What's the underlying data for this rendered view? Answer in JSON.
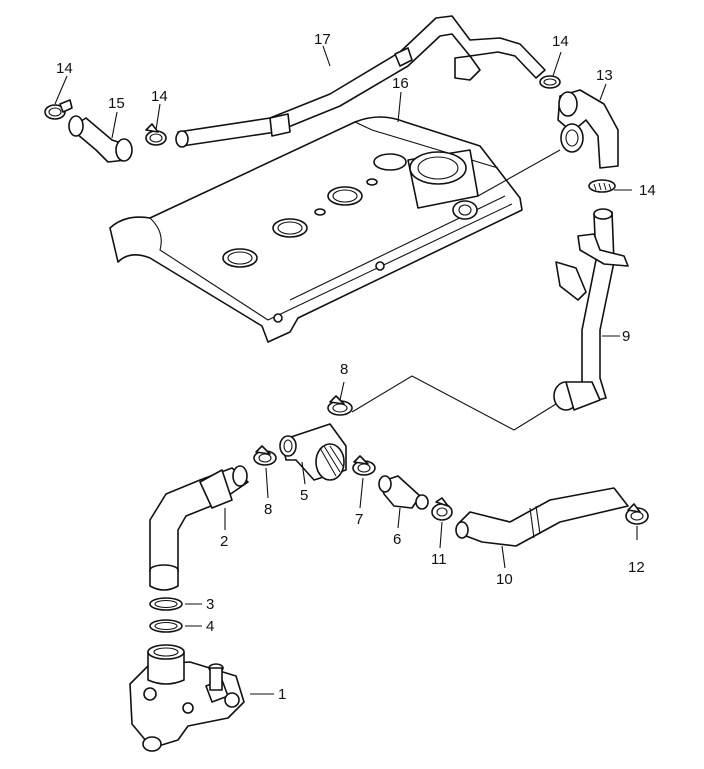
{
  "callouts": {
    "c1": "1",
    "c2": "2",
    "c3": "3",
    "c4": "4",
    "c5": "5",
    "c6": "6",
    "c7": "7",
    "c8a": "8",
    "c8b": "8",
    "c9": "9",
    "c10": "10",
    "c11": "11",
    "c12": "12",
    "c13": "13",
    "c14a": "14",
    "c14b": "14",
    "c14c": "14",
    "c14d": "14",
    "c15": "15",
    "c16": "16",
    "c17": "17"
  },
  "colors": {
    "line": "#111111",
    "background": "#ffffff"
  }
}
